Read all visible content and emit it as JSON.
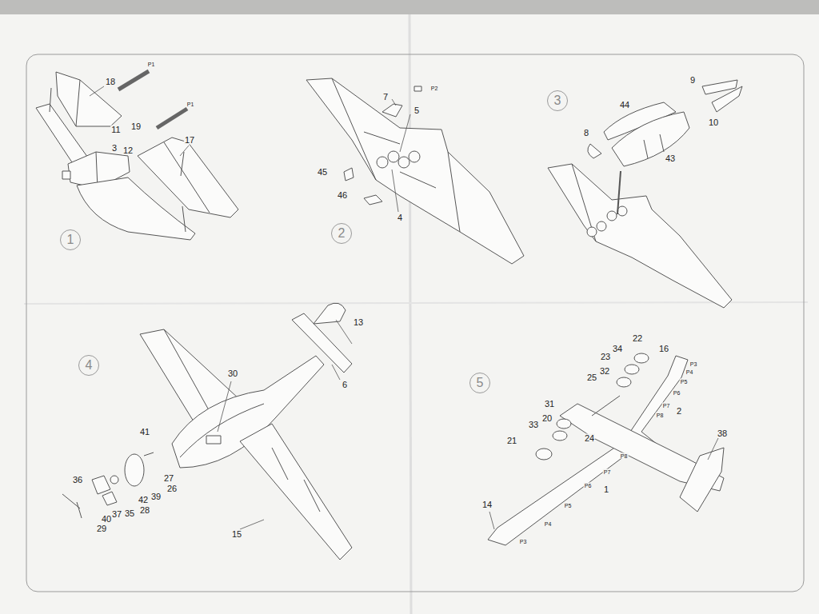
{
  "diagram": {
    "nodes": [
      {
        "text": [
          "1"
        ]
      },
      {
        "text": [
          "2"
        ]
      },
      {
        "text": [
          "3"
        ]
      },
      {
        "text": [
          "4"
        ]
      },
      {
        "text": [
          "5"
        ]
      }
    ],
    "labels": [
      "P1",
      "18",
      "11",
      "19",
      "3",
      "12",
      "P1",
      "17",
      "7",
      "P2",
      "5",
      "45",
      "46",
      "4",
      "9",
      "44",
      "10",
      "8",
      "43",
      "13",
      "6",
      "30",
      "41",
      "27",
      "36",
      "26",
      "39",
      "42",
      "28",
      "35",
      "37",
      "40",
      "29",
      "15",
      "22",
      "34",
      "16",
      "P3",
      "23",
      "P4",
      "32",
      "P5",
      "25",
      "P6",
      "P7",
      "2",
      "P8",
      "31",
      "20",
      "24",
      "33",
      "21",
      "P8",
      "P7",
      "1",
      "P6",
      "38",
      "14",
      "P5",
      "P4",
      "P3"
    ]
  }
}
